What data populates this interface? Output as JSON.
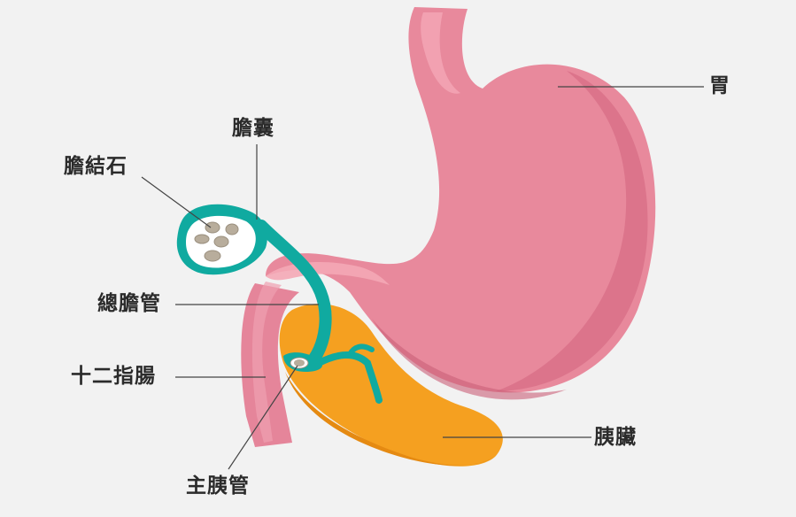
{
  "labels": {
    "stomach": "胃",
    "gallbladder": "膽囊",
    "gallstones": "膽結石",
    "common_bile_duct": "總膽管",
    "duodenum": "十二指腸",
    "pancreas": "胰臟",
    "main_pancreatic_duct": "主胰管"
  },
  "colors": {
    "background": "#f2f2f2",
    "stomach": "#e8899c",
    "stomach_shadow": "#d86f87",
    "stomach_highlight": "#f4a8b6",
    "duodenum": "#e5859a",
    "pancreas": "#f5a020",
    "pancreas_shadow": "#e58a12",
    "bile_duct": "#10aaa0",
    "gallstone": "#b8ad9c",
    "leader_line": "#444444",
    "label_text": "#2b2b2b"
  }
}
